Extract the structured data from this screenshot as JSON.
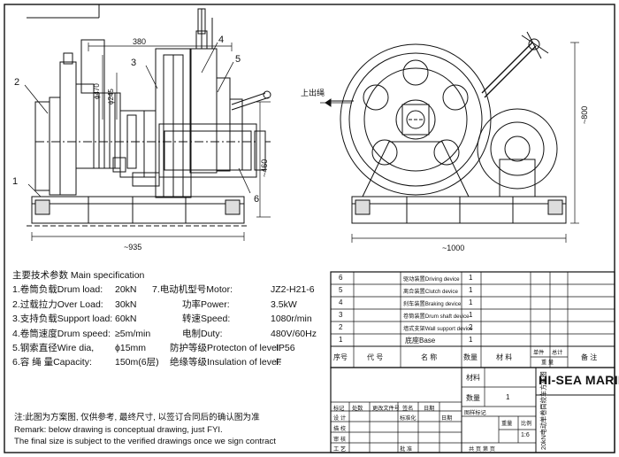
{
  "drawing": {
    "dim_380": "380",
    "dim_470": "ϕ470",
    "dim_245": "ϕ245",
    "dim_460": "~460",
    "dim_935": "~935",
    "dim_800": "~800",
    "dim_1000": "~1000",
    "callouts": [
      "1",
      "2",
      "3",
      "4",
      "5",
      "6"
    ],
    "rope_out_label": "上出绳"
  },
  "spec": {
    "heading": "主要技术参数 Main specification",
    "rows": [
      {
        "label": "1.卷筒负载Drum load:",
        "value": "20kN",
        "label2": "7.电动机型号Motor:",
        "value2": "JZ2-H21-6"
      },
      {
        "label": "2.过载拉力Over Load:",
        "value": "30kN",
        "label2": "功率Power:",
        "value2": "3.5kW"
      },
      {
        "label": "3.支持负载Support load:",
        "value": "60kN",
        "label2": "转速Speed:",
        "value2": "1080r/min"
      },
      {
        "label": "4.卷筒速度Drum speed:",
        "value": "≥5m/min",
        "label2": "电制Duty:",
        "value2": "480V/60Hz"
      },
      {
        "label": "5.钢索直径Wire dia,",
        "value": "ϕ15mm",
        "label2": "防护等级Protecton of level:",
        "value2": "IP56"
      },
      {
        "label": "6.容 绳 量Capacity:",
        "value": "150m(6层)",
        "label2": "绝缘等级Insulation of level:",
        "value2": "F"
      }
    ]
  },
  "remark": {
    "line1": "注:此图为方案图, 仅供参考, 最终尺寸, 以签订合同后的确认图为准",
    "line2": "Remark: below drawing is conceptual drawing, just FYI.",
    "line3": "The final size is subject to the verified drawings once we sign contract"
  },
  "parts": [
    {
      "no": "6",
      "name": "驱动装置Driving device",
      "qty": "1"
    },
    {
      "no": "5",
      "name": "离合装置Clutch device",
      "qty": "1"
    },
    {
      "no": "4",
      "name": "刹车装置Braking device",
      "qty": "1"
    },
    {
      "no": "3",
      "name": "卷筒装置Drum shaft device",
      "qty": "1"
    },
    {
      "no": "2",
      "name": "墙式支架Wall support device",
      "qty": "2"
    },
    {
      "no": "1",
      "name": "底座Base",
      "qty": "1"
    }
  ],
  "parts_header": {
    "no": "序号",
    "code": "代 号",
    "name": "名 称",
    "qty": "数量",
    "material": "材 料",
    "single": "单件",
    "total": "总计",
    "weight": "重 量",
    "remark": "备 注"
  },
  "titleblock": {
    "material_label": "材料",
    "qty_label": "数量",
    "qty_value": "1",
    "company": "HI-SEA MARINE",
    "drawing_title": "20kN电动单卷筒绞车方案图",
    "stage_label": "图样标记",
    "weight_label": "重量",
    "scale_label": "比例",
    "scale_value": "1:6",
    "sheet_label": "共  页  第  页",
    "rev_headers": [
      "标记",
      "处数",
      "更改文件号",
      "签名",
      "日期"
    ],
    "roles": [
      "设 计",
      "描 校",
      "审 核",
      "工 艺"
    ],
    "std_label": "标准化",
    "approve_label": "批 准",
    "date_label": "日期"
  }
}
